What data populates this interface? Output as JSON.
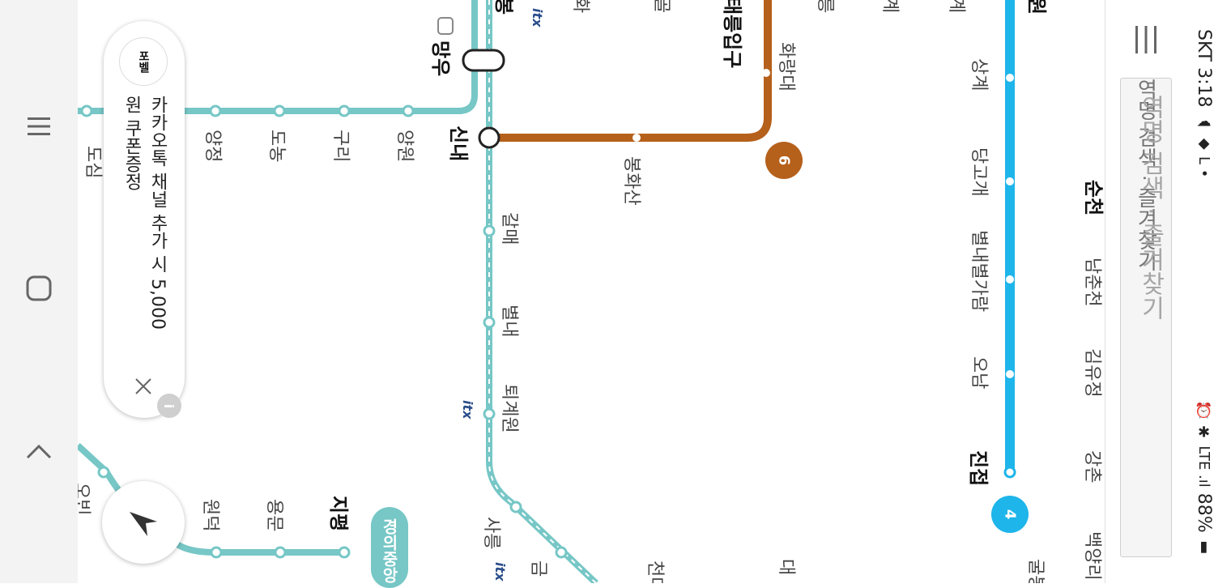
{
  "status_bar": {
    "carrier": "SKT",
    "time": "3:18",
    "left_icons": "☁ ◆ L •",
    "right_icons": "⏰ ✱ LTE .ıl",
    "battery": "88%"
  },
  "search": {
    "placeholder": "역명 검색 · 즐겨찾기"
  },
  "ad": {
    "brand": "포벨",
    "text_line1": "카카오톡 채널 추가 시 5,000",
    "text_line2": "원 쿠폰증정",
    "badge": "i"
  },
  "line_tag": {
    "label": "경의중앙"
  },
  "line_badges": {
    "line6": "6",
    "line4": "4"
  },
  "stations": {
    "sinnae": "신내",
    "mangu": "망우",
    "galmae": "갈매",
    "byeollae": "별내",
    "toegyewon": "퇴계원",
    "sareung": "사릉",
    "geum": "금",
    "bonghwasan": "봉화산",
    "hwarangdae": "화랑대",
    "taereungipgu": "태릉입구",
    "dosim": "도심",
    "yangjeong": "양정",
    "deokso": "도농",
    "guri": "구리",
    "yangwon": "양원",
    "sanggye": "상계",
    "danggogae": "당고개",
    "byeollaebyeolgaram": "별내별가람",
    "onam": "오남",
    "jinjeop": "진접",
    "jipyeong": "지평",
    "yongmun": "용문",
    "wondeok": "원덕",
    "obin": "오빈",
    "suseok": "순천",
    "namchuncheon": "남춘천",
    "gimyujeong": "김유정",
    "gangchon": "강촌",
    "baegyangri": "백양리",
    "gulbongsan": "굴봉산",
    "cheonma": "천마",
    "frag_bong": "봉",
    "frag_hwa": "화",
    "frag_gol": "골",
    "frag_neung": "릉",
    "frag_gye1": "계",
    "frag_gye2": "계",
    "frag_won": "원",
    "frag_dae": "대",
    "itx": "itx"
  },
  "colors": {
    "gyeongui_jungang": "#76c7c6",
    "line6": "#b5601b",
    "line4": "#1eb5ea"
  },
  "icons": {
    "nav_recent": "recent-apps-icon",
    "nav_home": "home-icon",
    "nav_back": "back-icon",
    "compass": "location-arrow-icon",
    "close": "close-icon",
    "menu": "menu-icon"
  }
}
